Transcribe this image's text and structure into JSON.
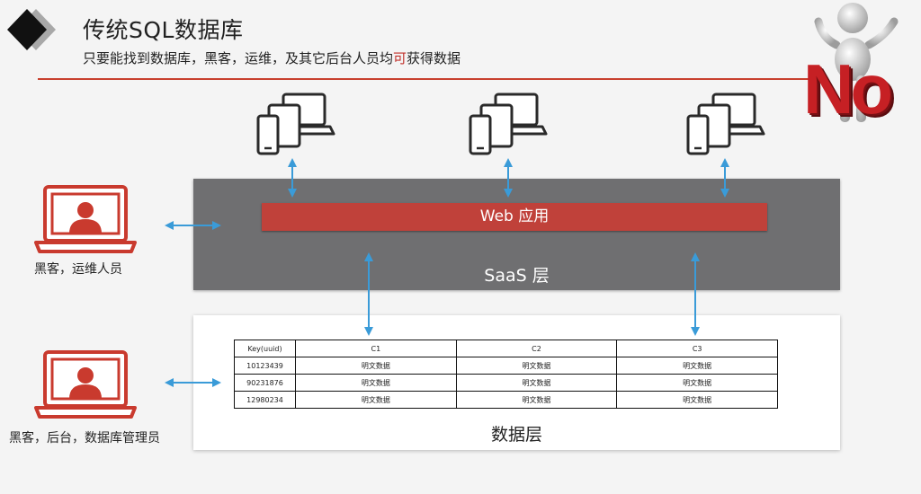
{
  "header": {
    "title": "传统SQL数据库",
    "subtitle_pre": "只要能找到数据库，黑客，运维，及其它后台人员均",
    "subtitle_highlight": "可",
    "subtitle_post": "获得数据"
  },
  "saas": {
    "web_label": "Web 应用",
    "layer_label": "SaaS 层"
  },
  "data_layer": {
    "layer_label": "数据层",
    "table": {
      "headers": [
        "Key(uuid)",
        "C1",
        "C2",
        "C3"
      ],
      "rows": [
        [
          "10123439",
          "明文数据",
          "明文数据",
          "明文数据"
        ],
        [
          "90231876",
          "明文数据",
          "明文数据",
          "明文数据"
        ],
        [
          "12980234",
          "明文数据",
          "明文数据",
          "明文数据"
        ]
      ]
    }
  },
  "actors": {
    "saas_user_label": "黑客，运维人员",
    "db_user_label": "黑客，后台，数据库管理员"
  },
  "badge": {
    "text": "No"
  },
  "colors": {
    "accent_red": "#c0413a",
    "saas_gray": "#6f6f71",
    "arrow_blue": "#3a9bd8",
    "rule_red": "#c8402e"
  },
  "icons": [
    "device-group-icon",
    "laptop-user-icon",
    "diamond-logo-icon",
    "arrow-icon",
    "figure-no-icon"
  ]
}
